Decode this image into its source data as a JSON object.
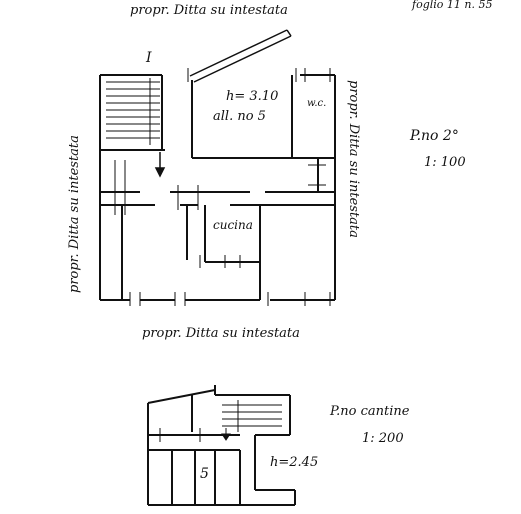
{
  "labels": {
    "top_neighbor": "propr. Ditta su intestata",
    "bottom_neighbor": "propr. Ditta su intestata",
    "left_neighbor": "propr. Ditta su intestata",
    "right_neighbor": "propr. Ditta su intestata",
    "sheet_ref": "foglio 11 n. 55",
    "stair_mark": "I",
    "room_height": "h= 3.10",
    "allotment": "all. no 5",
    "wc": "w.c.",
    "kitchen": "cucina"
  },
  "floor_plan": {
    "title": "P.no 2°",
    "scale": "1: 100"
  },
  "cellar_plan": {
    "title": "P.no cantine",
    "scale": "1: 200",
    "number": "5",
    "height": "h=2.45"
  }
}
